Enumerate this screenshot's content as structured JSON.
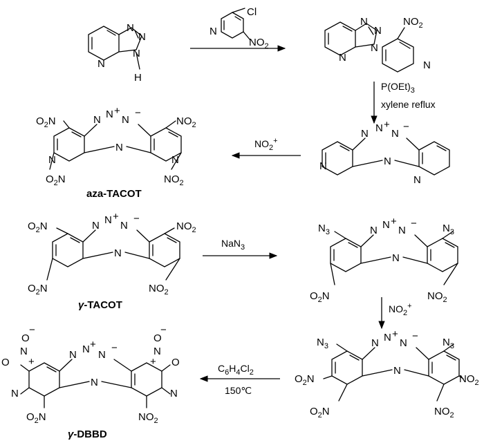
{
  "atoms": {
    "N": "N",
    "H": "H",
    "Cl": "Cl",
    "O": "O",
    "NO2_main": "NO",
    "NO2_sub": "2",
    "O2N_pre": "O",
    "O2N_sub": "2",
    "O2N_post": "N",
    "N3_main": "N",
    "N3_sub": "3",
    "plus": "+",
    "minus": "−"
  },
  "compounds": {
    "aza_tacot": "aza-TACOT",
    "gamma_tacot_greek": "γ",
    "gamma_tacot_rest": "-TACOT",
    "gamma_dbbd_greek": "γ",
    "gamma_dbbd_rest": "-DBBD"
  },
  "conditions": {
    "step2_reagent": "P(OEt)",
    "step2_reagent_sub": "3",
    "step2_condition": "xylene reflux",
    "nitration": "NO",
    "nitration_sub": "2",
    "nitration_sup": "+",
    "azide": "NaN",
    "azide_sub": "3",
    "solvent_a": "C",
    "solvent_a_sub1": "6",
    "solvent_b": "H",
    "solvent_b_sub2": "4",
    "solvent_c": "Cl",
    "solvent_c_sub3": "2",
    "temperature": "150℃"
  }
}
